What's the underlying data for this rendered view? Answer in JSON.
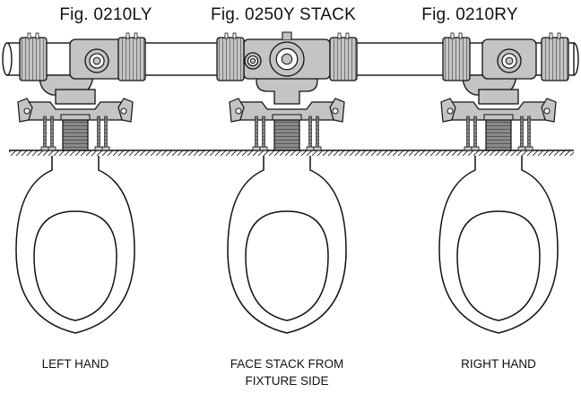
{
  "figures": [
    {
      "title": "Fig. 0210LY",
      "caption_lines": [
        "LEFT HAND"
      ]
    },
    {
      "title": "Fig. 0250Y STACK",
      "caption_lines": [
        "FACE STACK FROM",
        "FIXTURE SIDE"
      ]
    },
    {
      "title": "Fig. 0210RY",
      "caption_lines": [
        "RIGHT HAND"
      ]
    }
  ],
  "colors": {
    "line": "#111111",
    "fitting": "#c4c4c4",
    "pipe": "#ffffff",
    "gasket": "#555555"
  }
}
